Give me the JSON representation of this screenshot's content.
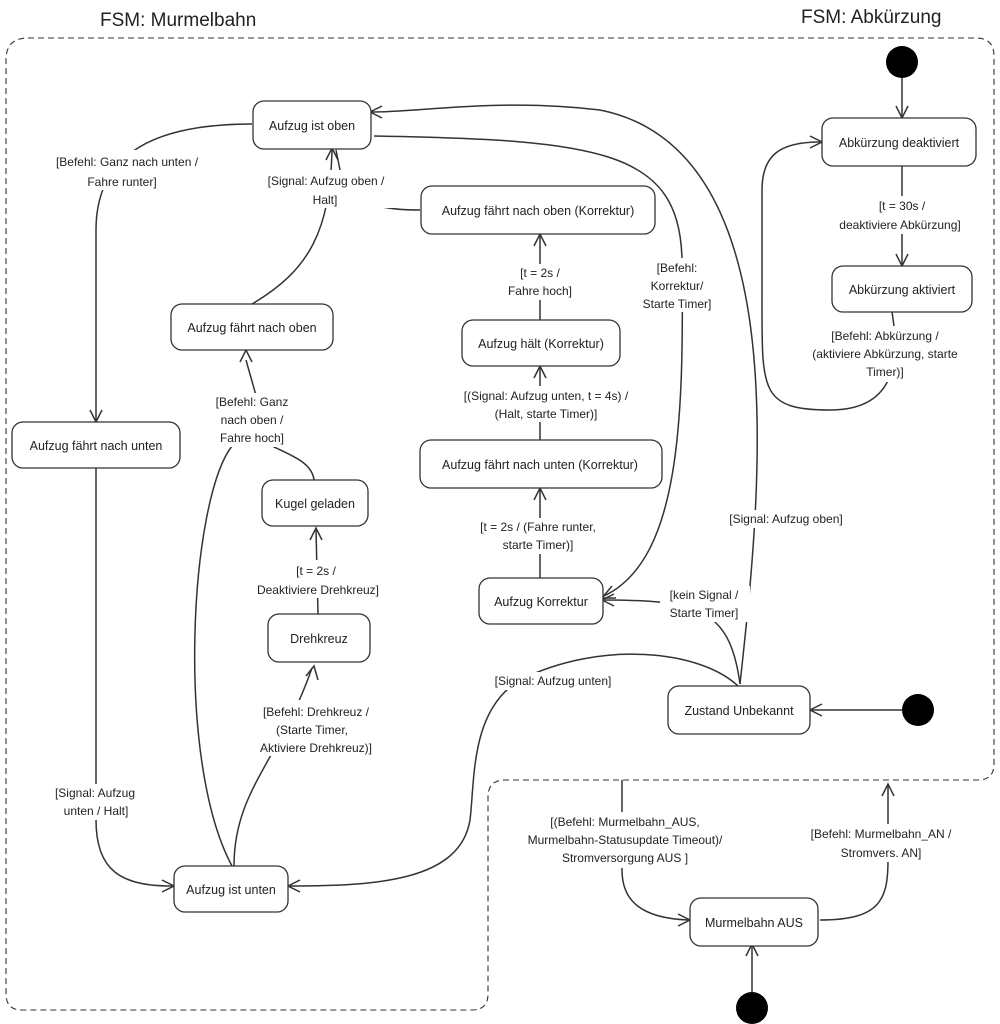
{
  "titles": {
    "murmelbahn": "FSM: Murmelbahn",
    "abkuerzung": "FSM: Abkürzung"
  },
  "states": {
    "aufzug_oben": "Aufzug ist oben",
    "aufzug_unten": "Aufzug ist unten",
    "faehrt_nach_unten": "Aufzug fährt nach unten",
    "faehrt_nach_oben": "Aufzug fährt nach oben",
    "kugel_geladen": "Kugel geladen",
    "drehkreuz": "Drehkreuz",
    "faehrt_oben_korrektur": "Aufzug fährt nach oben (Korrektur)",
    "haelt_korrektur": "Aufzug hält (Korrektur)",
    "faehrt_unten_korrektur": "Aufzug fährt nach unten  (Korrektur)",
    "aufzug_korrektur": "Aufzug Korrektur",
    "zustand_unbekannt": "Zustand Unbekannt",
    "murmelbahn_aus": "Murmelbahn AUS",
    "abk_deaktiviert": "Abkürzung deaktiviert",
    "abk_aktiviert": "Abkürzung aktiviert"
  },
  "labels": {
    "ganz_nach_unten": [
      "[Befehl: Ganz nach unten /",
      "Fahre runter]"
    ],
    "signal_oben_halt": [
      "[Signal: Aufzug oben /",
      "Halt]"
    ],
    "ganz_nach_oben": [
      "[Befehl: Ganz",
      "nach oben /",
      "Fahre hoch]"
    ],
    "deakt_drehkreuz": [
      "[t = 2s /",
      "Deaktiviere Drehkreuz]"
    ],
    "befehl_drehkreuz": [
      "[Befehl: Drehkreuz /",
      "(Starte Timer,",
      "Aktiviere Drehkreuz)]"
    ],
    "signal_unten_halt": [
      "[Signal: Aufzug",
      "unten / Halt]"
    ],
    "fahre_hoch_korr": [
      "[t = 2s /",
      "Fahre hoch]"
    ],
    "signal_unten_t4": [
      "[(Signal: Aufzug unten, t = 4s) /",
      "(Halt, starte Timer)]"
    ],
    "fahre_runter_korr": [
      "[t = 2s / (Fahre runter,",
      "starte Timer)]"
    ],
    "befehl_korrektur": [
      "[Befehl:",
      "Korrektur/",
      "Starte Timer]"
    ],
    "kein_signal": [
      "[kein Signal /",
      "Starte Timer]"
    ],
    "signal_aufzug_unten": [
      "[Signal: Aufzug unten]"
    ],
    "signal_aufzug_oben": [
      "[Signal: Aufzug oben]"
    ],
    "murmelbahn_aus_trans": [
      "[(Befehl: Murmelbahn_AUS,",
      "Murmelbahn-Statusupdate Timeout)/",
      "Stromversorgung AUS ]"
    ],
    "murmelbahn_an": [
      "[Befehl: Murmelbahn_AN /",
      "Stromvers. AN]"
    ],
    "deaktiviere_abk": [
      "[t = 30s /",
      "deaktiviere Abkürzung]"
    ],
    "aktiviere_abk": [
      "[Befehl: Abkürzung /",
      "(aktiviere Abkürzung, starte",
      "Timer)]"
    ]
  }
}
